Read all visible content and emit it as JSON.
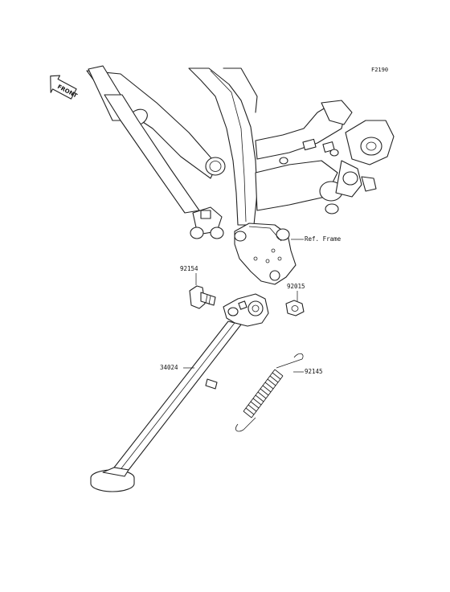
{
  "diagram": {
    "figure_code": "F2190",
    "front_indicator": "FRONT",
    "reference_label": "Ref. Frame",
    "parts": [
      {
        "part_number": "92154"
      },
      {
        "part_number": "92015"
      },
      {
        "part_number": "34024"
      },
      {
        "part_number": "92145"
      }
    ]
  }
}
